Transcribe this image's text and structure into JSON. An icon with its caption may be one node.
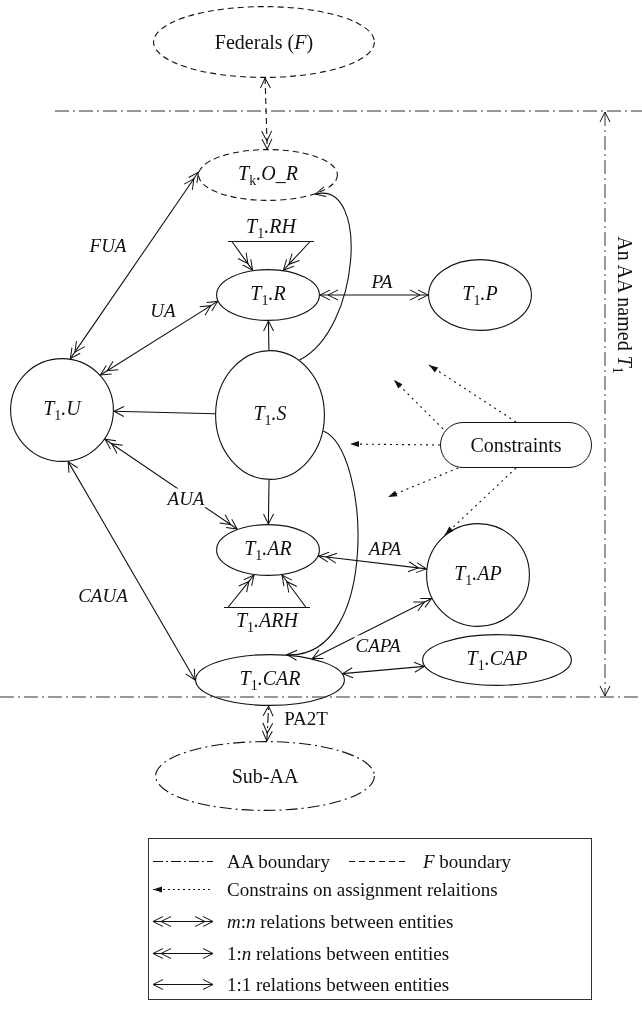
{
  "diagram": {
    "nodes": [
      {
        "text": [
          "Federals (*F*)"
        ]
      },
      {
        "text": [
          "T$_{k}$.O_R"
        ]
      },
      {
        "text": [
          "T$_{1}$.RH"
        ]
      },
      {
        "text": [
          "T$_{1}$.R"
        ]
      },
      {
        "text": [
          "T$_{1}$.P"
        ]
      },
      {
        "text": [
          "T$_{1}$.U"
        ]
      },
      {
        "text": [
          "T$_{1}$.S"
        ]
      },
      {
        "text": [
          "Constraints"
        ]
      },
      {
        "text": [
          "T$_{1}$.AR"
        ]
      },
      {
        "text": [
          "T$_{1}$.ARH"
        ]
      },
      {
        "text": [
          "T$_{1}$.AP"
        ]
      },
      {
        "text": [
          "T$_{1}$.CAR"
        ]
      },
      {
        "text": [
          "T$_{1}$.CAP"
        ]
      },
      {
        "text": [
          "Sub-AA"
        ]
      }
    ],
    "edges": [
      {
        "from": 0,
        "to": 1,
        "arrow": "both",
        "style": "dashed"
      },
      {
        "from": 1,
        "to": 5,
        "arrow": "both",
        "label": "FUA"
      },
      {
        "from": 2,
        "to": 3,
        "arrow": "to"
      },
      {
        "from": 2,
        "to": 3,
        "arrow": "to"
      },
      {
        "from": 3,
        "to": 5,
        "arrow": "both",
        "label": "UA"
      },
      {
        "from": 3,
        "to": 4,
        "arrow": "both",
        "label": "PA"
      },
      {
        "from": 6,
        "to": 3,
        "arrow": "to"
      },
      {
        "from": 6,
        "to": 1,
        "arrow": "to"
      },
      {
        "from": 6,
        "to": 5,
        "arrow": "to"
      },
      {
        "from": 6,
        "to": 8,
        "arrow": "to"
      },
      {
        "from": 6,
        "to": 11,
        "arrow": "to"
      },
      {
        "from": 5,
        "to": 8,
        "arrow": "both",
        "label": "AUA"
      },
      {
        "from": 5,
        "to": 11,
        "arrow": "both",
        "label": "CAUA"
      },
      {
        "from": 8,
        "to": 10,
        "arrow": "both",
        "label": "APA"
      },
      {
        "from": 9,
        "to": 8,
        "arrow": "to"
      },
      {
        "from": 9,
        "to": 8,
        "arrow": "to"
      },
      {
        "from": 11,
        "to": 10,
        "arrow": "both",
        "label": "CAPA"
      },
      {
        "from": 11,
        "to": 12,
        "arrow": "both"
      },
      {
        "from": 13,
        "to": 11,
        "arrow": "both",
        "style": "dashed",
        "label": "PA2T"
      },
      {
        "from": 7,
        "to": null,
        "arrow": "to",
        "style": "dashed"
      },
      {
        "from": 7,
        "to": null,
        "arrow": "to",
        "style": "dashed"
      },
      {
        "from": 7,
        "to": null,
        "arrow": "to",
        "style": "dashed"
      },
      {
        "from": 7,
        "to": null,
        "arrow": "to",
        "style": "dashed"
      },
      {
        "from": 7,
        "to": 10,
        "arrow": "to",
        "style": "dashed"
      }
    ],
    "labels": [
      "An AA named *T*$_{1}$"
    ],
    "legend": [
      {
        "text": "AA boundary"
      },
      {
        "text": "*F* boundary"
      },
      {
        "text": "Constrains on assignment relaitions"
      },
      {
        "text": "*m*:*n* relations between entities"
      },
      {
        "text": "1:*n* relations between entities"
      },
      {
        "text": "1:1 relations between entities"
      }
    ]
  }
}
